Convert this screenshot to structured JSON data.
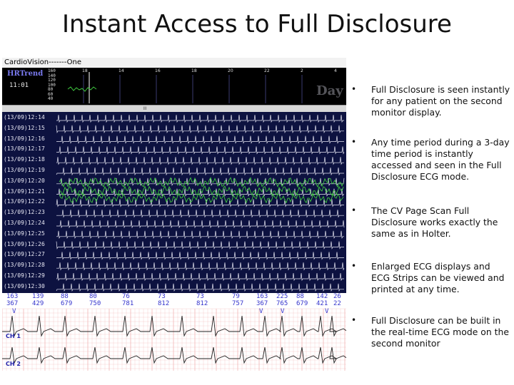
{
  "slide": {
    "title": "Instant Access to Full Disclosure"
  },
  "app": {
    "window_title": "CardioVision-------One",
    "hr_trend": {
      "label": "HRTrend",
      "time": "11:01",
      "scale": [
        "160",
        "140",
        "120",
        "100",
        "80",
        "60",
        "40"
      ],
      "hour_ticks": [
        "18",
        "14",
        "16",
        "18",
        "20",
        "22",
        "2",
        "4"
      ],
      "day_label": "Day"
    },
    "scroll_marker": "III",
    "rows": [
      "(13/09)12:14",
      "(13/09)12:15",
      "(13/09)12:16",
      "(13/09)12:17",
      "(13/09)12:18",
      "(13/09)12:19",
      "(13/09)12:20",
      "(13/09)12:21",
      "(13/09)12:22",
      "(13/09)12:23",
      "(13/09)12:24",
      "(13/09)12:25",
      "(13/09)12:26",
      "(13/09)12:27",
      "(13/09)12:28",
      "(13/09)12:29",
      "(13/09)12:30"
    ],
    "strip": {
      "top_values": [
        "163",
        "139",
        "88",
        "80",
        "76",
        "73",
        "73",
        "79",
        "163",
        "225",
        "88",
        "142",
        "26"
      ],
      "bottom_values": [
        "367",
        "429",
        "679",
        "750",
        "781",
        "812",
        "812",
        "757",
        "367",
        "765",
        "679",
        "421",
        "22"
      ],
      "v_marks": [
        "V",
        "V",
        "V",
        "V"
      ],
      "channels": [
        "CH 1",
        "CH 2"
      ]
    },
    "colors": {
      "background": "#0d1240",
      "ecg_trace": "#e8e8f4",
      "noise_trace": "#3fc63f",
      "strip_grid": "#f2b5b5",
      "strip_trace": "#222222",
      "label": "#3333cc"
    }
  },
  "bullets": [
    "Full Disclosure is seen instantly for any patient on the second monitor display.",
    "Any time period during a 3-day time period is instantly accessed and seen in the Full Disclosure ECG mode.",
    "The CV Page Scan Full Disclosure works exactly the same as in Holter.",
    "Enlarged ECG displays and ECG Strips can be viewed and printed at any time.",
    " Full Disclosure can be built in the real-time ECG mode on the second monitor"
  ],
  "bullet_marker": "•"
}
